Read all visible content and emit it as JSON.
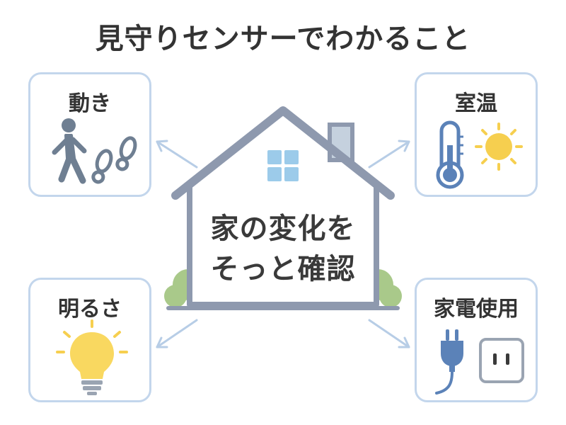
{
  "title": "見守りセンサーでわかること",
  "house": {
    "line1": "家の変化を",
    "line2": "そっと確認"
  },
  "cards": {
    "motion": {
      "label": "動き",
      "icons": [
        "walking-person-icon",
        "footprints-icon"
      ]
    },
    "temperature": {
      "label": "室温",
      "icons": [
        "thermometer-icon",
        "sun-icon"
      ]
    },
    "brightness": {
      "label": "明るさ",
      "icons": [
        "light-bulb-icon"
      ]
    },
    "appliance": {
      "label": "家電使用",
      "icons": [
        "power-plug-icon",
        "wall-outlet-icon"
      ]
    }
  },
  "colors": {
    "card_border": "#c3d6ec",
    "house_stroke": "#8e99ae",
    "window": "#9ccbea",
    "bush": "#a9c98a",
    "arrow": "#b7cde6",
    "walker": "#6f7f92",
    "thermo": "#5b82b8",
    "sun": "#f6cf4f",
    "bulb": "#f9d860"
  }
}
